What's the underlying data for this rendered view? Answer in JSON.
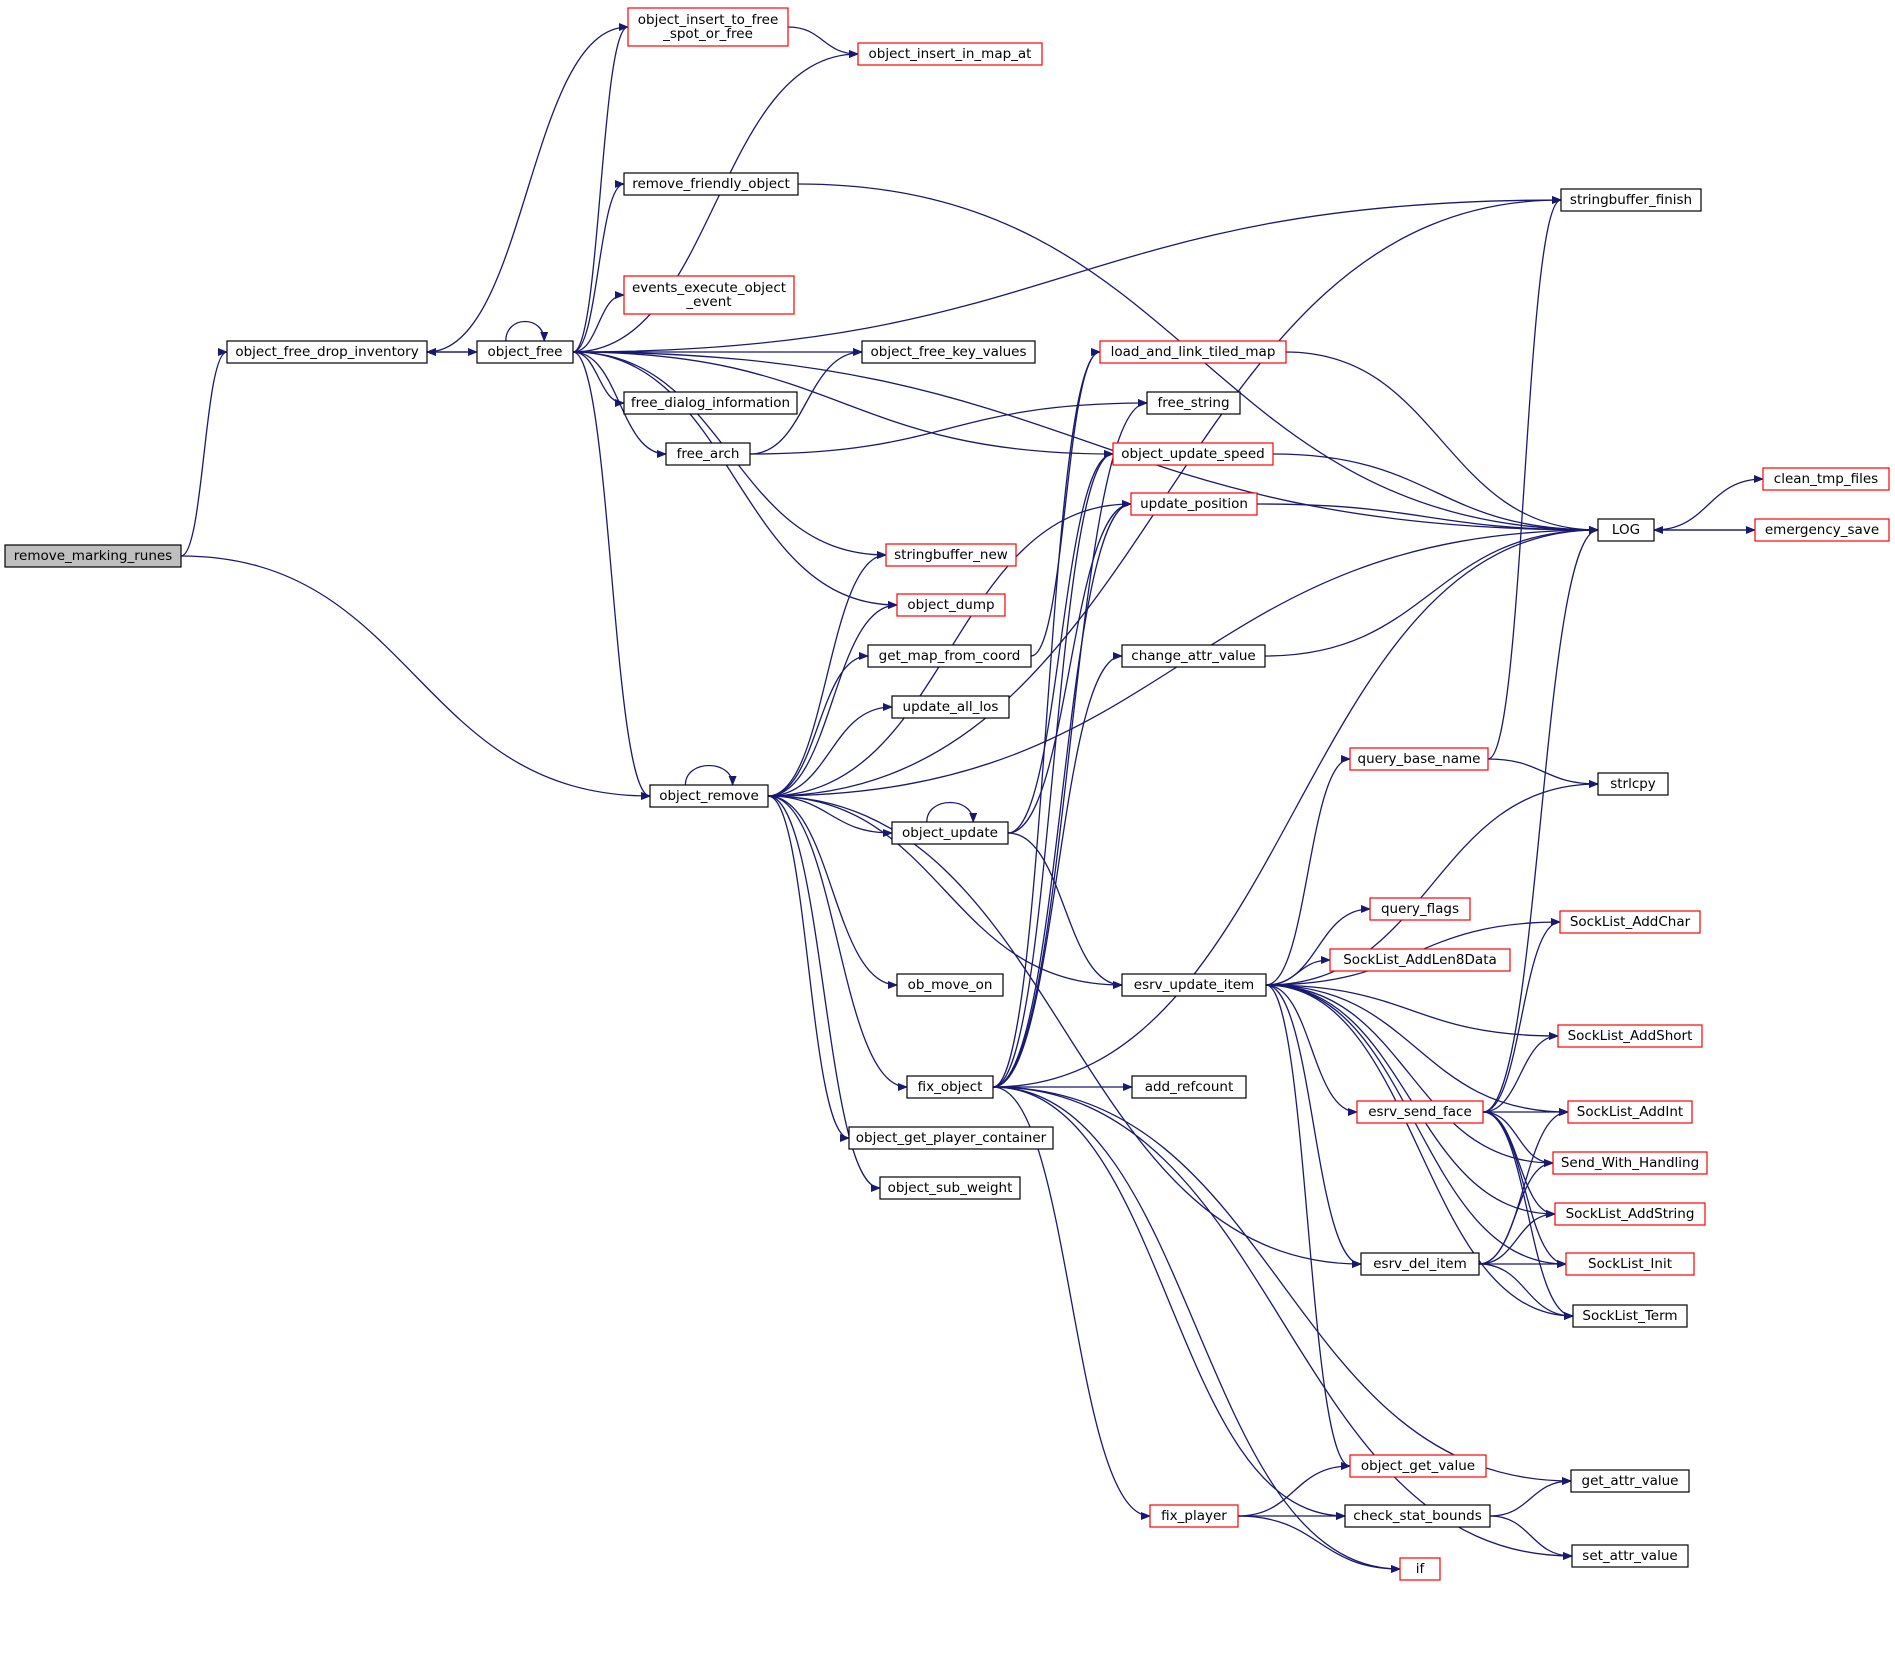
{
  "graph": {
    "type": "call-graph",
    "edge_color": "#191970",
    "external_node_border": "#ff0000",
    "root_fill": "#bfbfbf",
    "nodes": [
      {
        "id": "remove_marking_runes",
        "lines": [
          "remove_marking_runes"
        ],
        "style": "root"
      },
      {
        "id": "object_free_drop_inventory",
        "lines": [
          "object_free_drop_inventory"
        ],
        "style": "black"
      },
      {
        "id": "object_free",
        "lines": [
          "object_free"
        ],
        "style": "black"
      },
      {
        "id": "object_remove",
        "lines": [
          "object_remove"
        ],
        "style": "black"
      },
      {
        "id": "object_insert_to_free_spot_or_free",
        "lines": [
          "object_insert_to_free",
          "_spot_or_free"
        ],
        "style": "red"
      },
      {
        "id": "object_insert_in_map_at",
        "lines": [
          "object_insert_in_map_at"
        ],
        "style": "red"
      },
      {
        "id": "remove_friendly_object",
        "lines": [
          "remove_friendly_object"
        ],
        "style": "black"
      },
      {
        "id": "events_execute_object_event",
        "lines": [
          "events_execute_object",
          "_event"
        ],
        "style": "red"
      },
      {
        "id": "object_free_key_values",
        "lines": [
          "object_free_key_values"
        ],
        "style": "black"
      },
      {
        "id": "free_dialog_information",
        "lines": [
          "free_dialog_information"
        ],
        "style": "black"
      },
      {
        "id": "free_arch",
        "lines": [
          "free_arch"
        ],
        "style": "black"
      },
      {
        "id": "stringbuffer_finish",
        "lines": [
          "stringbuffer_finish"
        ],
        "style": "black"
      },
      {
        "id": "load_and_link_tiled_map",
        "lines": [
          "load_and_link_tiled_map"
        ],
        "style": "red"
      },
      {
        "id": "free_string",
        "lines": [
          "free_string"
        ],
        "style": "black"
      },
      {
        "id": "object_update_speed",
        "lines": [
          "object_update_speed"
        ],
        "style": "red"
      },
      {
        "id": "update_position",
        "lines": [
          "update_position"
        ],
        "style": "red"
      },
      {
        "id": "LOG",
        "lines": [
          "LOG"
        ],
        "style": "black"
      },
      {
        "id": "clean_tmp_files",
        "lines": [
          "clean_tmp_files"
        ],
        "style": "red"
      },
      {
        "id": "emergency_save",
        "lines": [
          "emergency_save"
        ],
        "style": "red"
      },
      {
        "id": "stringbuffer_new",
        "lines": [
          "stringbuffer_new"
        ],
        "style": "red"
      },
      {
        "id": "object_dump",
        "lines": [
          "object_dump"
        ],
        "style": "red"
      },
      {
        "id": "get_map_from_coord",
        "lines": [
          "get_map_from_coord"
        ],
        "style": "black"
      },
      {
        "id": "change_attr_value",
        "lines": [
          "change_attr_value"
        ],
        "style": "black"
      },
      {
        "id": "update_all_los",
        "lines": [
          "update_all_los"
        ],
        "style": "black"
      },
      {
        "id": "query_base_name",
        "lines": [
          "query_base_name"
        ],
        "style": "red"
      },
      {
        "id": "strlcpy",
        "lines": [
          "strlcpy"
        ],
        "style": "black"
      },
      {
        "id": "object_update",
        "lines": [
          "object_update"
        ],
        "style": "black"
      },
      {
        "id": "query_flags",
        "lines": [
          "query_flags"
        ],
        "style": "red"
      },
      {
        "id": "SockList_AddChar",
        "lines": [
          "SockList_AddChar"
        ],
        "style": "red"
      },
      {
        "id": "SockList_AddLen8Data",
        "lines": [
          "SockList_AddLen8Data"
        ],
        "style": "red"
      },
      {
        "id": "esrv_update_item",
        "lines": [
          "esrv_update_item"
        ],
        "style": "black"
      },
      {
        "id": "ob_move_on",
        "lines": [
          "ob_move_on"
        ],
        "style": "black"
      },
      {
        "id": "SockList_AddShort",
        "lines": [
          "SockList_AddShort"
        ],
        "style": "red"
      },
      {
        "id": "esrv_send_face",
        "lines": [
          "esrv_send_face"
        ],
        "style": "red"
      },
      {
        "id": "fix_object",
        "lines": [
          "fix_object"
        ],
        "style": "black"
      },
      {
        "id": "add_refcount",
        "lines": [
          "add_refcount"
        ],
        "style": "black"
      },
      {
        "id": "SockList_AddInt",
        "lines": [
          "SockList_AddInt"
        ],
        "style": "red"
      },
      {
        "id": "object_get_player_container",
        "lines": [
          "object_get_player_container"
        ],
        "style": "black"
      },
      {
        "id": "Send_With_Handling",
        "lines": [
          "Send_With_Handling"
        ],
        "style": "red"
      },
      {
        "id": "object_sub_weight",
        "lines": [
          "object_sub_weight"
        ],
        "style": "black"
      },
      {
        "id": "SockList_AddString",
        "lines": [
          "SockList_AddString"
        ],
        "style": "red"
      },
      {
        "id": "esrv_del_item",
        "lines": [
          "esrv_del_item"
        ],
        "style": "black"
      },
      {
        "id": "SockList_Init",
        "lines": [
          "SockList_Init"
        ],
        "style": "red"
      },
      {
        "id": "SockList_Term",
        "lines": [
          "SockList_Term"
        ],
        "style": "black"
      },
      {
        "id": "object_get_value",
        "lines": [
          "object_get_value"
        ],
        "style": "red"
      },
      {
        "id": "get_attr_value",
        "lines": [
          "get_attr_value"
        ],
        "style": "black"
      },
      {
        "id": "fix_player",
        "lines": [
          "fix_player"
        ],
        "style": "red"
      },
      {
        "id": "check_stat_bounds",
        "lines": [
          "check_stat_bounds"
        ],
        "style": "black"
      },
      {
        "id": "set_attr_value",
        "lines": [
          "set_attr_value"
        ],
        "style": "black"
      },
      {
        "id": "if",
        "lines": [
          "if"
        ],
        "style": "red"
      }
    ],
    "edges": [
      [
        "remove_marking_runes",
        "object_free_drop_inventory"
      ],
      [
        "remove_marking_runes",
        "object_remove"
      ],
      [
        "object_free_drop_inventory",
        "object_free"
      ],
      [
        "object_free",
        "object_free_drop_inventory"
      ],
      [
        "object_free",
        "object_free"
      ],
      [
        "object_free",
        "object_insert_to_free_spot_or_free"
      ],
      [
        "object_insert_to_free_spot_or_free",
        "object_free_drop_inventory"
      ],
      [
        "object_insert_to_free_spot_or_free",
        "object_insert_in_map_at"
      ],
      [
        "object_free",
        "object_insert_in_map_at"
      ],
      [
        "object_free",
        "remove_friendly_object"
      ],
      [
        "object_free",
        "stringbuffer_finish"
      ],
      [
        "object_free",
        "events_execute_object_event"
      ],
      [
        "object_free",
        "object_free_key_values"
      ],
      [
        "object_free",
        "LOG"
      ],
      [
        "object_free",
        "free_dialog_information"
      ],
      [
        "object_free",
        "free_arch"
      ],
      [
        "object_free",
        "object_update_speed"
      ],
      [
        "object_free",
        "stringbuffer_new"
      ],
      [
        "object_free",
        "object_dump"
      ],
      [
        "object_free",
        "object_remove"
      ],
      [
        "remove_friendly_object",
        "LOG"
      ],
      [
        "free_arch",
        "object_free_key_values"
      ],
      [
        "free_arch",
        "free_string"
      ],
      [
        "object_remove",
        "object_remove"
      ],
      [
        "object_remove",
        "stringbuffer_finish"
      ],
      [
        "object_remove",
        "stringbuffer_new"
      ],
      [
        "object_remove",
        "object_dump"
      ],
      [
        "object_remove",
        "get_map_from_coord"
      ],
      [
        "object_remove",
        "update_all_los"
      ],
      [
        "object_remove",
        "LOG"
      ],
      [
        "object_remove",
        "object_update"
      ],
      [
        "object_remove",
        "update_position"
      ],
      [
        "object_remove",
        "esrv_update_item"
      ],
      [
        "object_remove",
        "ob_move_on"
      ],
      [
        "object_remove",
        "fix_object"
      ],
      [
        "object_remove",
        "object_get_player_container"
      ],
      [
        "object_remove",
        "object_sub_weight"
      ],
      [
        "object_remove",
        "esrv_del_item"
      ],
      [
        "get_map_from_coord",
        "load_and_link_tiled_map"
      ],
      [
        "object_update",
        "object_update"
      ],
      [
        "object_update",
        "update_position"
      ],
      [
        "object_update",
        "object_update_speed"
      ],
      [
        "object_update",
        "esrv_update_item"
      ],
      [
        "load_and_link_tiled_map",
        "LOG"
      ],
      [
        "object_update_speed",
        "LOG"
      ],
      [
        "update_position",
        "LOG"
      ],
      [
        "change_attr_value",
        "LOG"
      ],
      [
        "LOG",
        "clean_tmp_files"
      ],
      [
        "LOG",
        "emergency_save"
      ],
      [
        "emergency_save",
        "LOG"
      ],
      [
        "fix_object",
        "load_and_link_tiled_map"
      ],
      [
        "fix_object",
        "free_string"
      ],
      [
        "fix_object",
        "object_update_speed"
      ],
      [
        "fix_object",
        "update_position"
      ],
      [
        "fix_object",
        "change_attr_value"
      ],
      [
        "fix_object",
        "LOG"
      ],
      [
        "fix_object",
        "add_refcount"
      ],
      [
        "fix_object",
        "get_attr_value"
      ],
      [
        "fix_object",
        "check_stat_bounds"
      ],
      [
        "fix_object",
        "fix_player"
      ],
      [
        "fix_object",
        "if"
      ],
      [
        "fix_object",
        "set_attr_value"
      ],
      [
        "esrv_update_item",
        "query_base_name"
      ],
      [
        "esrv_update_item",
        "strlcpy"
      ],
      [
        "esrv_update_item",
        "SockList_AddChar"
      ],
      [
        "esrv_update_item",
        "query_flags"
      ],
      [
        "esrv_update_item",
        "SockList_AddLen8Data"
      ],
      [
        "esrv_update_item",
        "SockList_AddShort"
      ],
      [
        "esrv_update_item",
        "SockList_AddInt"
      ],
      [
        "esrv_update_item",
        "esrv_send_face"
      ],
      [
        "esrv_update_item",
        "Send_With_Handling"
      ],
      [
        "esrv_update_item",
        "SockList_AddString"
      ],
      [
        "esrv_update_item",
        "esrv_del_item"
      ],
      [
        "esrv_update_item",
        "SockList_Init"
      ],
      [
        "esrv_update_item",
        "SockList_Term"
      ],
      [
        "esrv_update_item",
        "object_get_value"
      ],
      [
        "query_base_name",
        "stringbuffer_finish"
      ],
      [
        "query_base_name",
        "strlcpy"
      ],
      [
        "esrv_send_face",
        "LOG"
      ],
      [
        "esrv_send_face",
        "SockList_AddChar"
      ],
      [
        "esrv_send_face",
        "SockList_AddShort"
      ],
      [
        "esrv_send_face",
        "SockList_AddInt"
      ],
      [
        "esrv_send_face",
        "Send_With_Handling"
      ],
      [
        "esrv_send_face",
        "SockList_AddString"
      ],
      [
        "esrv_send_face",
        "SockList_Init"
      ],
      [
        "esrv_send_face",
        "SockList_Term"
      ],
      [
        "esrv_del_item",
        "SockList_AddInt"
      ],
      [
        "esrv_del_item",
        "Send_With_Handling"
      ],
      [
        "esrv_del_item",
        "SockList_AddString"
      ],
      [
        "esrv_del_item",
        "SockList_Init"
      ],
      [
        "esrv_del_item",
        "SockList_Term"
      ],
      [
        "fix_player",
        "object_get_value"
      ],
      [
        "fix_player",
        "check_stat_bounds"
      ],
      [
        "fix_player",
        "if"
      ],
      [
        "check_stat_bounds",
        "get_attr_value"
      ],
      [
        "check_stat_bounds",
        "set_attr_value"
      ]
    ]
  }
}
